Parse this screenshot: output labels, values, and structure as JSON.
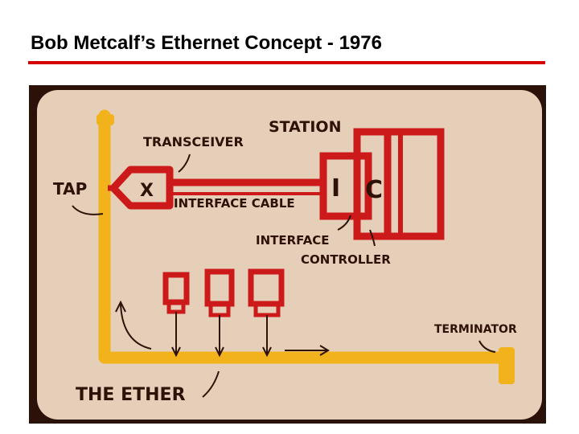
{
  "slide": {
    "title": "Bob Metcalf’s Ethernet Concept - 1976"
  },
  "diagram": {
    "labels": {
      "station": "STATION",
      "transceiver": "TRANSCEIVER",
      "tap": "TAP",
      "transceiver_mark": "X",
      "interface_cable": "INTERFACE CABLE",
      "interface_mark": "I",
      "controller_mark": "C",
      "interface_controller": [
        "INTERFACE",
        "CONTROLLER"
      ],
      "terminator": "TERMINATOR",
      "the_ether": "THE ETHER"
    },
    "colors": {
      "ether": "#f1b21c",
      "station": "#cc1a1a",
      "card": "#e6cfb9",
      "ink": "#2e1206"
    }
  }
}
